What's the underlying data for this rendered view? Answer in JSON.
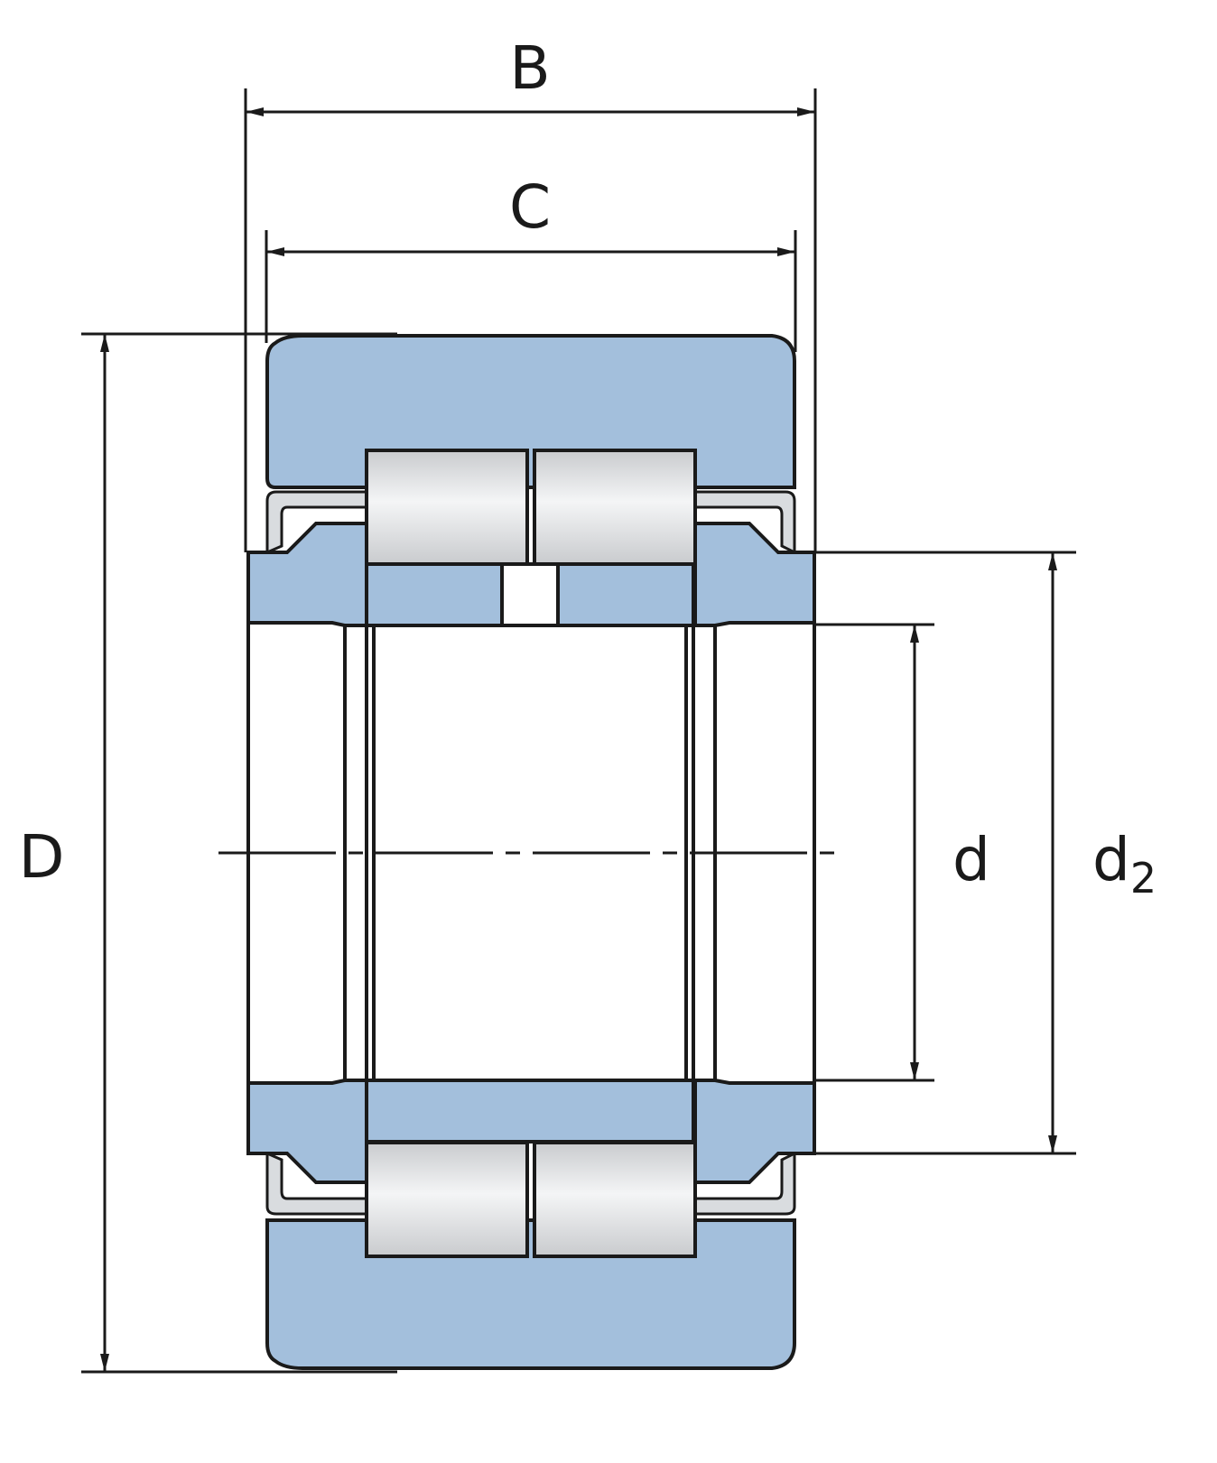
{
  "diagram": {
    "labels": {
      "B": "B",
      "C": "C",
      "D": "D",
      "d": "d",
      "d2_main": "d",
      "d2_sub": "2"
    },
    "colors": {
      "ring_fill": "#a3bfdc",
      "roller_light": "#f4f5f6",
      "roller_dark": "#c9cbce",
      "seal_fill": "#d9dcdf",
      "line": "#1a1a1a",
      "background": "#ffffff"
    }
  }
}
